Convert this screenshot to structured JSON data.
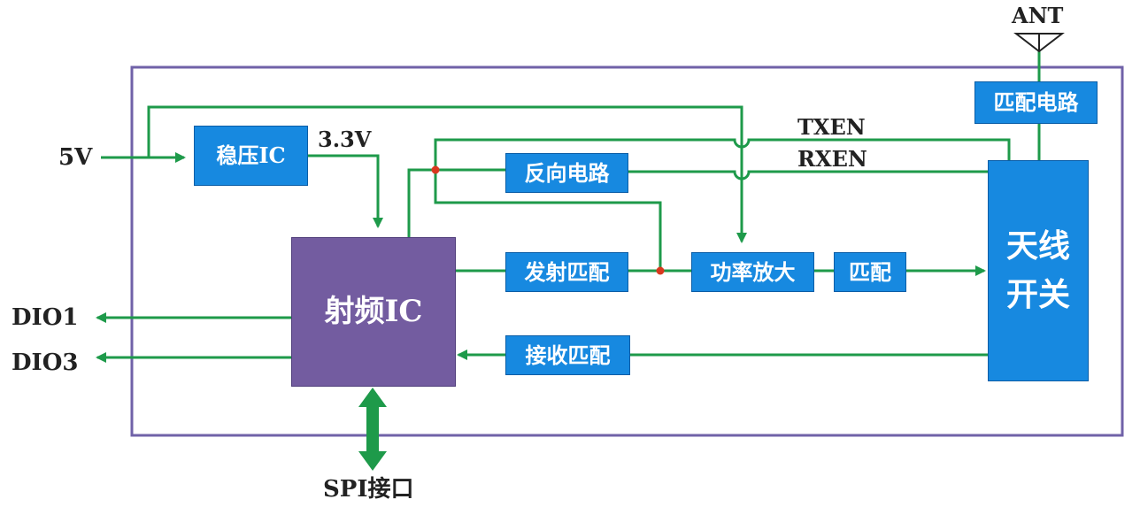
{
  "colors": {
    "frame": "#7062a8",
    "wire": "#1e9a4a",
    "junction": "#d9381e",
    "block_blue": "#1789e0",
    "block_purple": "#735ca0",
    "text": "#222222",
    "block_text": "#ffffff"
  },
  "icons": {
    "antenna": "antenna-icon"
  },
  "labels": {
    "ant": "ANT",
    "power_in": "5V",
    "v33": "3.3V",
    "txen": "TXEN",
    "rxen": "RXEN",
    "dio1": "DIO1",
    "dio3": "DIO3",
    "spi": "SPI接口"
  },
  "blocks": {
    "regulator": "稳压IC",
    "rf_ic": "射频IC",
    "inverter": "反向电路",
    "tx_match": "发射匹配",
    "pa": "功率放大",
    "match": "匹配",
    "rx_match": "接收匹配",
    "ant_match": "匹配电路",
    "switch_line1": "天线",
    "switch_line2": "开关"
  }
}
